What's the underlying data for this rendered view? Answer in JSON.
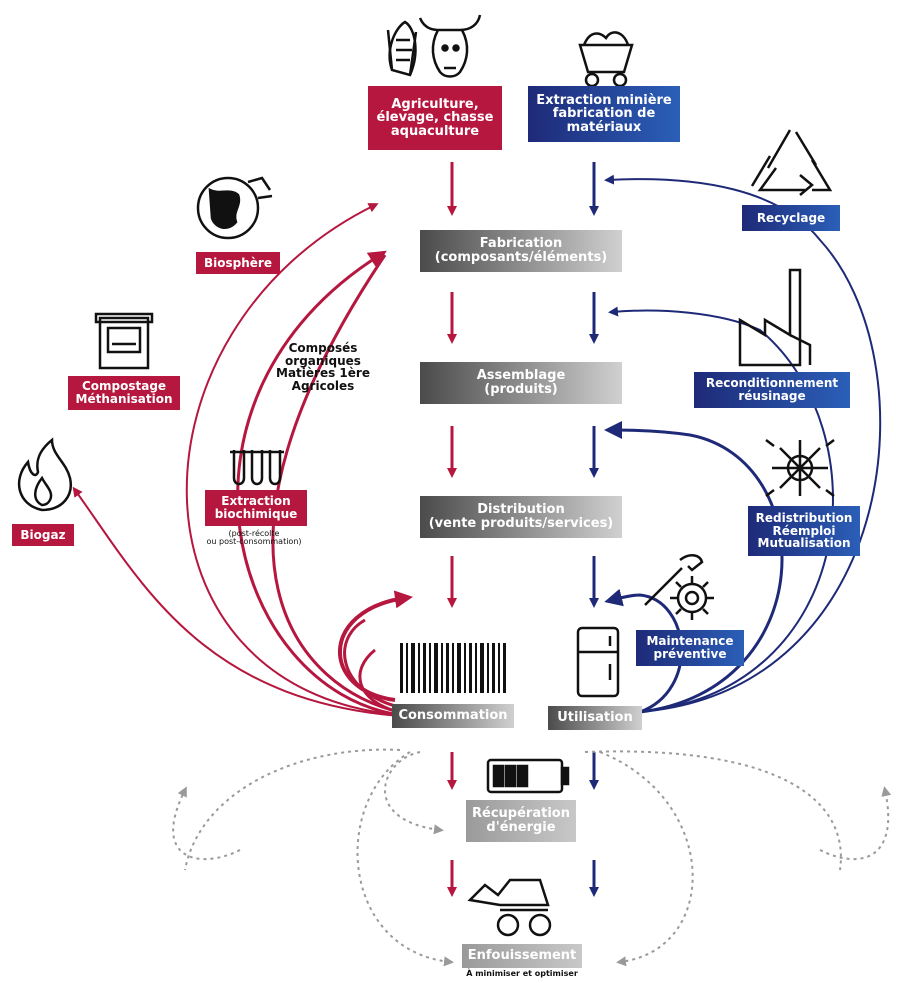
{
  "colors": {
    "red": "#b5173f",
    "blue_dark": "#1e2a78",
    "blue_light": "#2b5fb8",
    "grey_dark": "#4b4b4b",
    "grey_light": "#c8c8c8"
  },
  "sources": {
    "agriculture": [
      "Agriculture,",
      "élevage, chasse",
      "aquaculture"
    ],
    "extraction": [
      "Extraction minière",
      "fabrication de",
      "matériaux"
    ]
  },
  "stages": {
    "fabrication": [
      "Fabrication",
      "(composants/éléments)"
    ],
    "assemblage": [
      "Assemblage",
      "(produits)"
    ],
    "distribution": [
      "Distribution",
      "(vente produits/services)"
    ],
    "consommation": "Consommation",
    "utilisation": "Utilisation",
    "recuperation": [
      "Récupération",
      "d'énergie"
    ],
    "enfouissement": "Enfouissement",
    "enfouissement_note": "À minimiser et optimiser"
  },
  "bio_loops": {
    "biosphere": "Biosphère",
    "compostage": [
      "Compostage",
      "Méthanisation"
    ],
    "biogaz": "Biogaz",
    "extraction_bio": [
      "Extraction",
      "biochimique"
    ],
    "extraction_bio_note": [
      "(post-récolte",
      "ou post-consommation)"
    ],
    "composes": [
      "Composés",
      "organiques",
      "Matières 1ère",
      "Agricoles"
    ]
  },
  "tech_loops": {
    "recyclage": "Recyclage",
    "reconditionnement": [
      "Reconditionnement",
      "réusinage"
    ],
    "redistribution": [
      "Redistribution",
      "Réemploi",
      "Mutualisation"
    ],
    "maintenance": [
      "Maintenance",
      "préventive"
    ]
  },
  "icons": [
    "corn-icon",
    "cow-icon",
    "mine-cart-icon",
    "globe-icon",
    "recycle-icon",
    "compost-bin-icon",
    "flame-icon",
    "test-tubes-icon",
    "factory-icon",
    "arrows-burst-icon",
    "wrench-icon",
    "gear-icon",
    "barcode-icon",
    "fridge-icon",
    "battery-icon",
    "bulldozer-icon"
  ]
}
